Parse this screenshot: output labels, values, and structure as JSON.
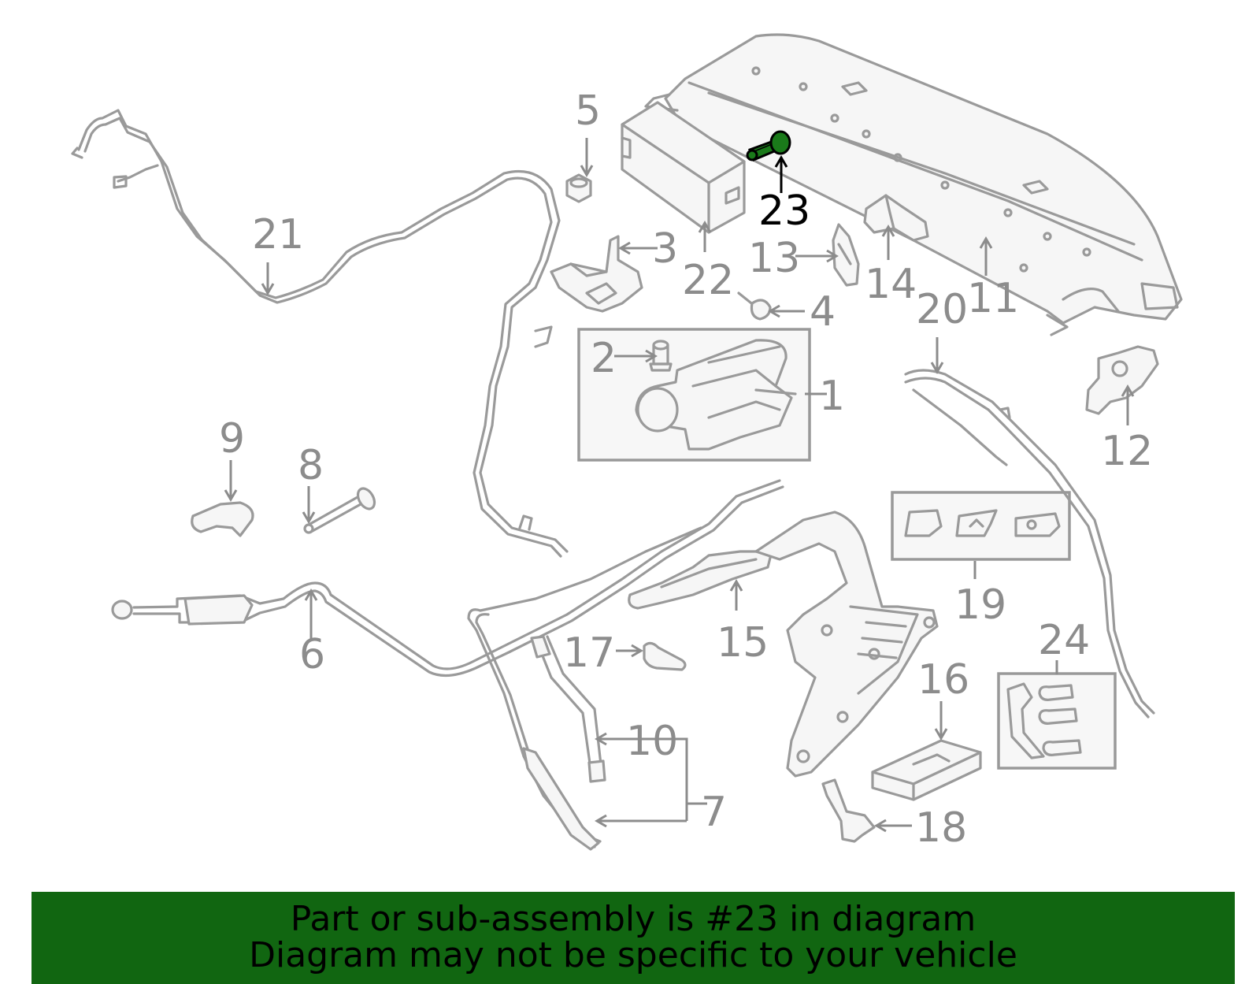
{
  "diagram": {
    "highlighted_part": "23",
    "highlight_color": "#1a7a1a",
    "part_numbers": [
      "1",
      "2",
      "3",
      "4",
      "5",
      "6",
      "7",
      "8",
      "9",
      "10",
      "11",
      "12",
      "13",
      "14",
      "15",
      "16",
      "17",
      "18",
      "19",
      "20",
      "21",
      "22",
      "23",
      "24"
    ]
  },
  "banner": {
    "line1": "Part or sub-assembly is #23 in diagram",
    "line2": "Diagram may not be specific to your vehicle",
    "background": "#116611"
  }
}
